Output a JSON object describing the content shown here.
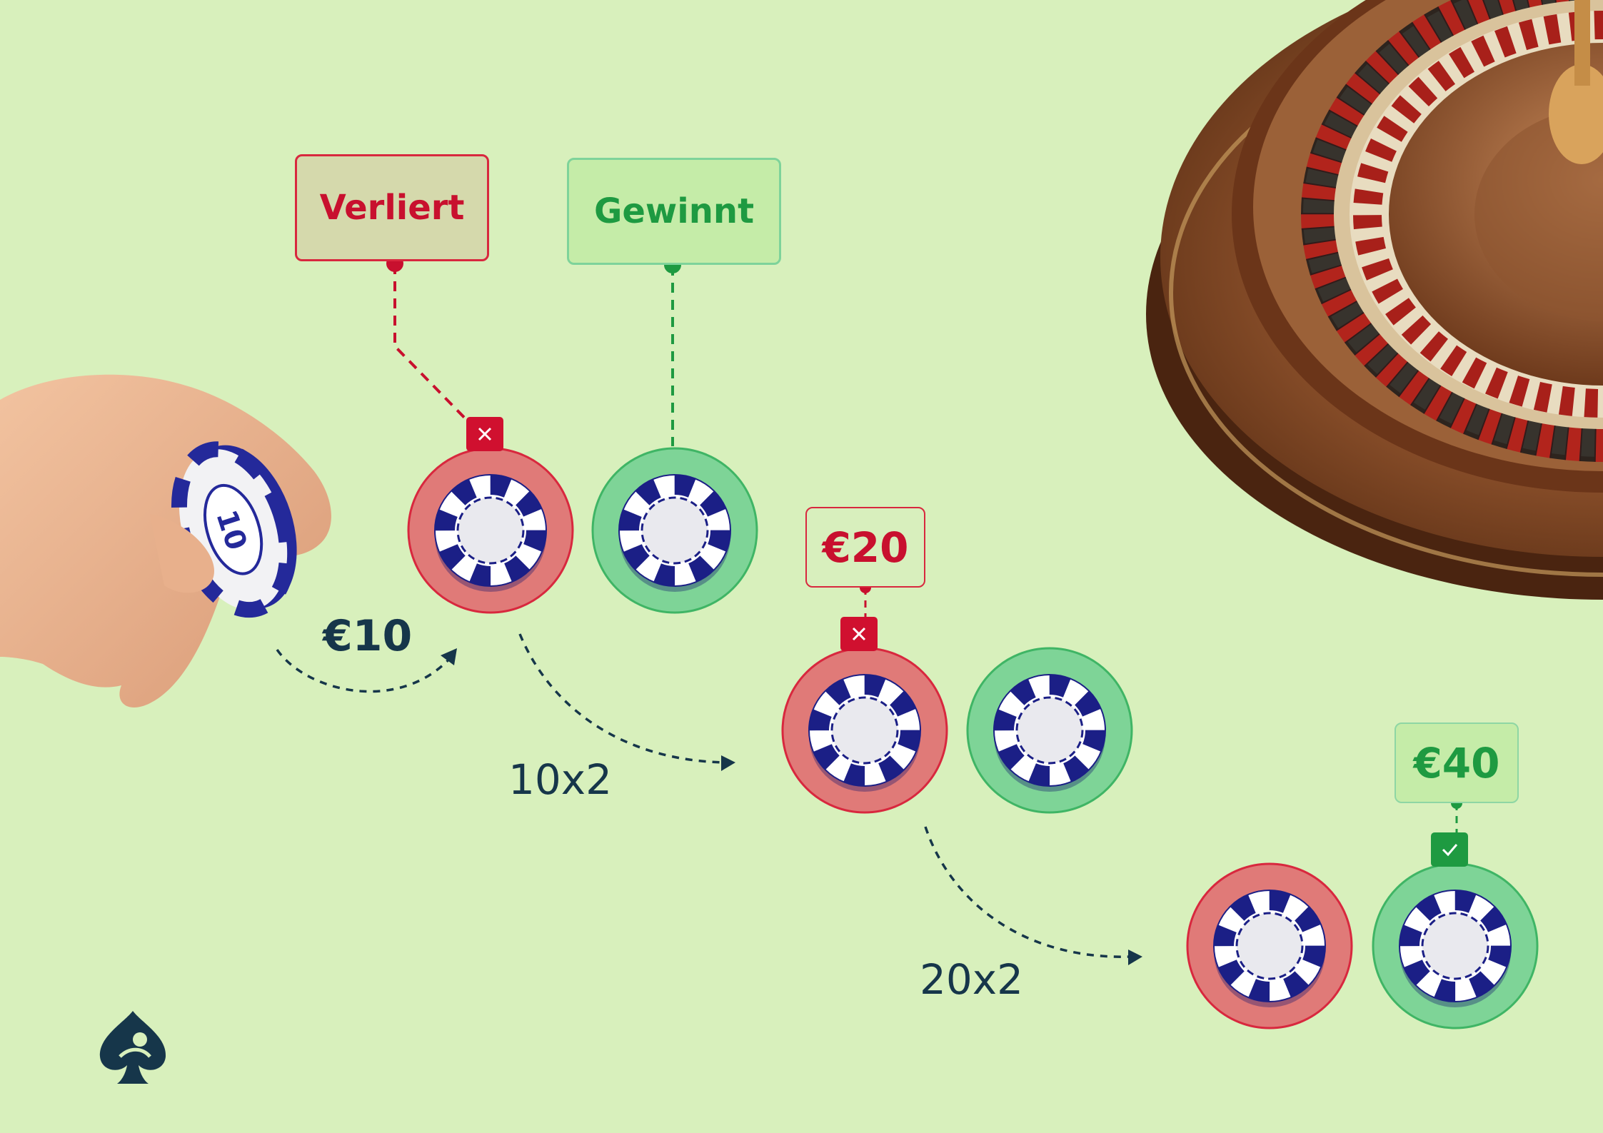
{
  "labels": {
    "lose": "Verliert",
    "win": "Gewinnt"
  },
  "amounts": {
    "bet": "€10",
    "level2": "€20",
    "level3": "€40"
  },
  "steps": {
    "double1": "10x2",
    "double2": "20x2"
  },
  "chip_denomination": "10",
  "icons": {
    "lose_marker": "close-icon",
    "win_marker": "check-icon",
    "logo": "spade-icon",
    "hand": "hand-holding-chip-icon",
    "wheel": "roulette-wheel-icon"
  },
  "colors": {
    "background": "#d8f0bc",
    "lose": "#c8102e",
    "lose_fill": "#e07a78",
    "win": "#1e9a41",
    "win_fill": "#7ed497",
    "chip_blue": "#1b1f86",
    "text_dark": "#16364a"
  }
}
